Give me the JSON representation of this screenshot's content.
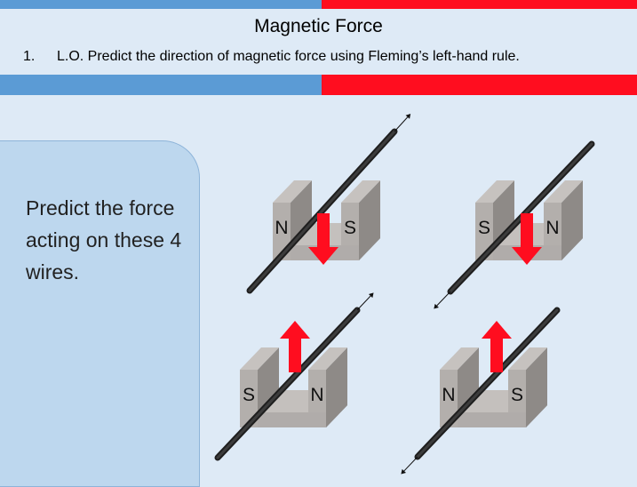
{
  "header": {
    "title": "Magnetic Force",
    "objective_number": "1.",
    "objective": "L.O. Predict the direction of magnetic force using Fleming’s left-hand rule."
  },
  "panel": {
    "prompt": "Predict the force acting on these 4 wires."
  },
  "diagrams": [
    {
      "left_pole": "N",
      "right_pole": "S",
      "force": "down",
      "current": "up-right"
    },
    {
      "left_pole": "S",
      "right_pole": "N",
      "force": "down",
      "current": "down-left"
    },
    {
      "left_pole": "S",
      "right_pole": "N",
      "force": "up",
      "current": "up-right"
    },
    {
      "left_pole": "N",
      "right_pole": "S",
      "force": "up",
      "current": "down-left"
    }
  ],
  "colors": {
    "blue": "#5b9bd5",
    "red": "#ff0d1f",
    "background": "#deeaf6"
  }
}
